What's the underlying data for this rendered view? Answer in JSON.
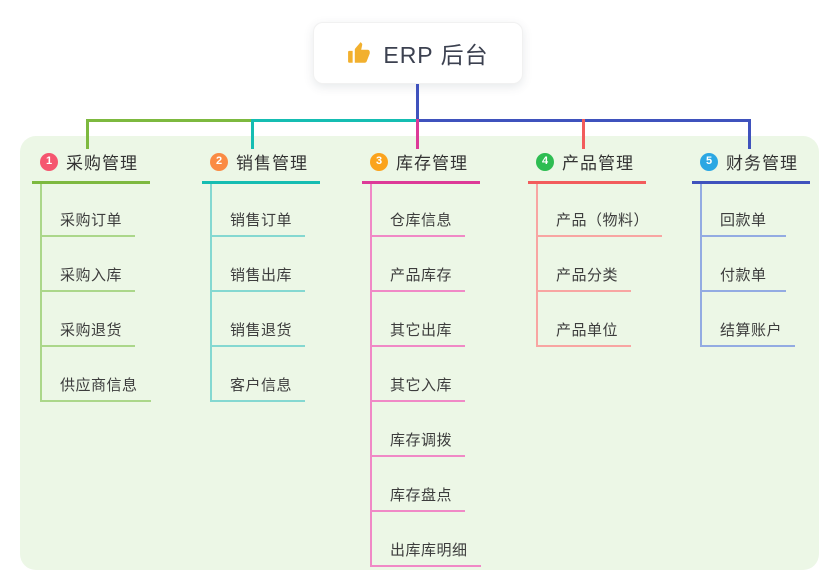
{
  "root": {
    "title": "ERP 后台",
    "icon": "thumbs-up-icon",
    "icon_color": "#f2b02e",
    "connector_color": "#3f52bd"
  },
  "panel": {
    "bg_color": "#ecf7e6"
  },
  "branches": [
    {
      "number": "1",
      "title": "采购管理",
      "badge_color": "#f5566f",
      "line_color": "#7db93f",
      "child_line_color": "#abd78a",
      "children": [
        "采购订单",
        "采购入库",
        "采购退货",
        "供应商信息"
      ]
    },
    {
      "number": "2",
      "title": "销售管理",
      "badge_color": "#fa8b44",
      "line_color": "#15bdb2",
      "child_line_color": "#84d8d1",
      "children": [
        "销售订单",
        "销售出库",
        "销售退货",
        "客户信息"
      ]
    },
    {
      "number": "3",
      "title": "库存管理",
      "badge_color": "#fba31c",
      "line_color": "#dd3a98",
      "child_line_color": "#f089c6",
      "children": [
        "仓库信息",
        "产品库存",
        "其它出库",
        "其它入库",
        "库存调拨",
        "库存盘点",
        "出库库明细"
      ]
    },
    {
      "number": "4",
      "title": "产品管理",
      "badge_color": "#2ebd52",
      "line_color": "#f25c5c",
      "child_line_color": "#f8a5a2",
      "children": [
        "产品（物料）",
        "产品分类",
        "产品单位"
      ]
    },
    {
      "number": "5",
      "title": "财务管理",
      "badge_color": "#2ba7e3",
      "line_color": "#3f52bd",
      "child_line_color": "#93abe2",
      "children": [
        "回款单",
        "付款单",
        "结算账户"
      ]
    }
  ]
}
